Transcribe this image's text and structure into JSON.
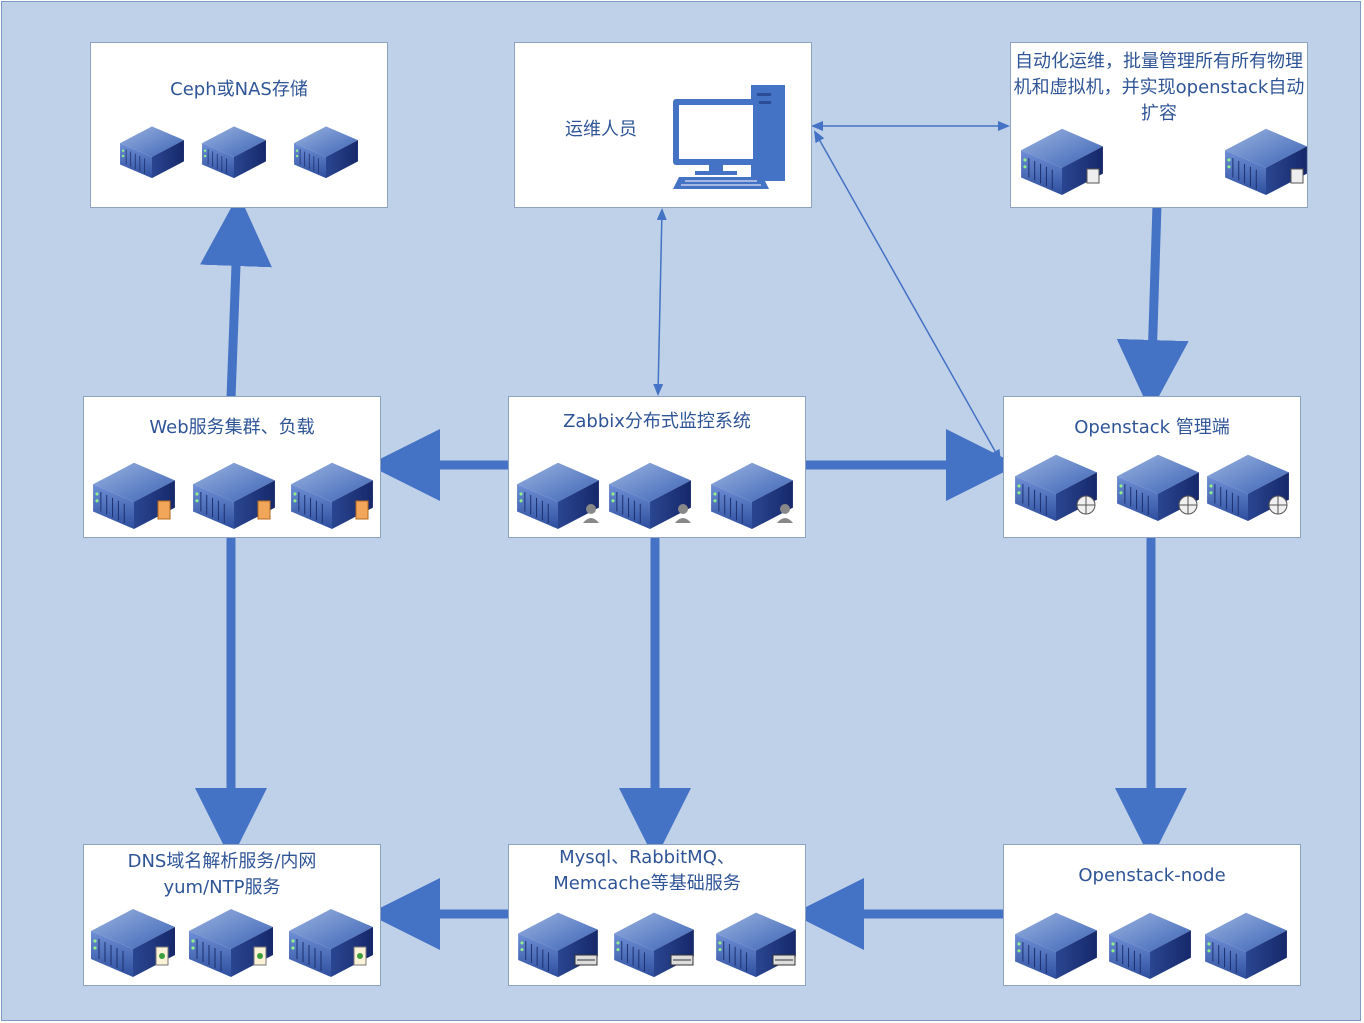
{
  "colors": {
    "background": "#bfd1e9",
    "node_border": "#8ea3c2",
    "text": "#2f5597",
    "arrow": "#4472c4"
  },
  "nodes": [
    {
      "id": "ceph",
      "label": "Ceph或NAS存储",
      "icon": "server-disk-icon"
    },
    {
      "id": "ops",
      "label": "运维人员",
      "icon": "computer-icon"
    },
    {
      "id": "auto",
      "label": "自动化运维，批量管理所有所有物理机和虚拟机，并实现openstack自动扩容",
      "icon": "server-printer-icon"
    },
    {
      "id": "web",
      "label": "Web服务集群、负载",
      "icon": "server-firewall-icon"
    },
    {
      "id": "zabbix",
      "label": "Zabbix分布式监控系统",
      "icon": "server-user-icon"
    },
    {
      "id": "openstack",
      "label": "Openstack 管理端",
      "icon": "server-globe-icon"
    },
    {
      "id": "dns",
      "label": "DNS域名解析服务/内网\nyum/NTP服务",
      "icon": "server-document-icon"
    },
    {
      "id": "mysql",
      "label": "Mysql、RabbitMQ、\nMemcache等基础服务",
      "icon": "server-drive-icon"
    },
    {
      "id": "node",
      "label": "Openstack-node",
      "icon": "server-icon"
    }
  ],
  "edges": [
    {
      "from": "web",
      "to": "ceph",
      "style": "thick"
    },
    {
      "from": "zabbix",
      "to": "web",
      "style": "thick"
    },
    {
      "from": "zabbix",
      "to": "openstack",
      "style": "thick"
    },
    {
      "from": "auto",
      "to": "openstack",
      "style": "thick"
    },
    {
      "from": "web",
      "to": "dns",
      "style": "thick"
    },
    {
      "from": "zabbix",
      "to": "mysql",
      "style": "thick"
    },
    {
      "from": "openstack",
      "to": "node",
      "style": "thick"
    },
    {
      "from": "mysql",
      "to": "dns",
      "style": "thick"
    },
    {
      "from": "node",
      "to": "mysql",
      "style": "thick"
    },
    {
      "from": "ops",
      "to": "zabbix",
      "style": "thin-bidirectional"
    },
    {
      "from": "ops",
      "to": "auto",
      "style": "thin-bidirectional"
    },
    {
      "from": "ops",
      "to": "openstack",
      "style": "thin-bidirectional"
    }
  ]
}
